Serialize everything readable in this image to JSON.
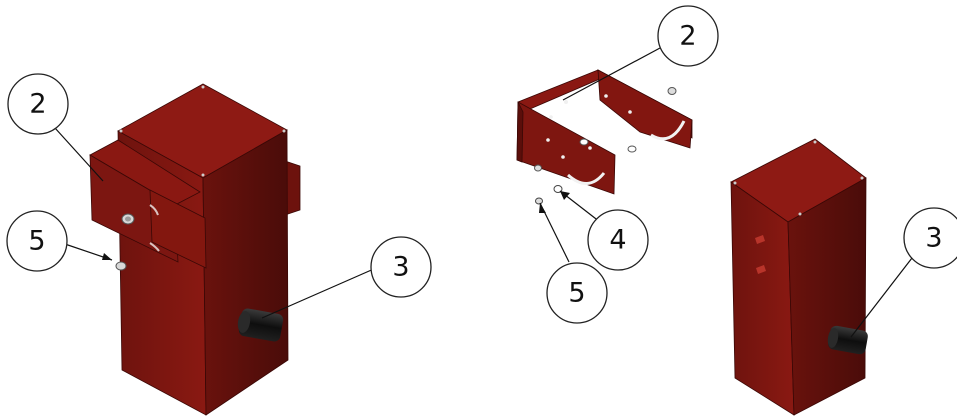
{
  "colors": {
    "body_top": "#8e1a14",
    "body_front": "#7a1510",
    "body_side": "#5a0f0b",
    "bracket": "#821610",
    "bracket_dark": "#5b0e0a",
    "knob": "#151515",
    "hardware": "#c8c8c8"
  },
  "icons": [
    "bolt-icon",
    "nut-icon",
    "washer-icon"
  ],
  "callouts": {
    "left_bracket": "2",
    "left_bolt": "5",
    "left_knob": "3",
    "mid_bracket": "2",
    "mid_washer": "4",
    "mid_bolt": "5",
    "right_knob": "3"
  }
}
